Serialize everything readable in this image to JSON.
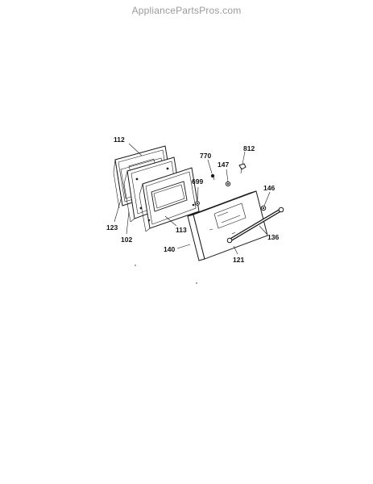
{
  "watermark": "AppliancePartsPros.com",
  "diagram": {
    "part_labels": {
      "p112": "112",
      "p123": "123",
      "p102": "102",
      "p113": "113",
      "p699": "699",
      "p770": "770",
      "p147": "147",
      "p812": "812",
      "p146": "146",
      "p140": "140",
      "p121": "121",
      "p136": "136"
    }
  }
}
